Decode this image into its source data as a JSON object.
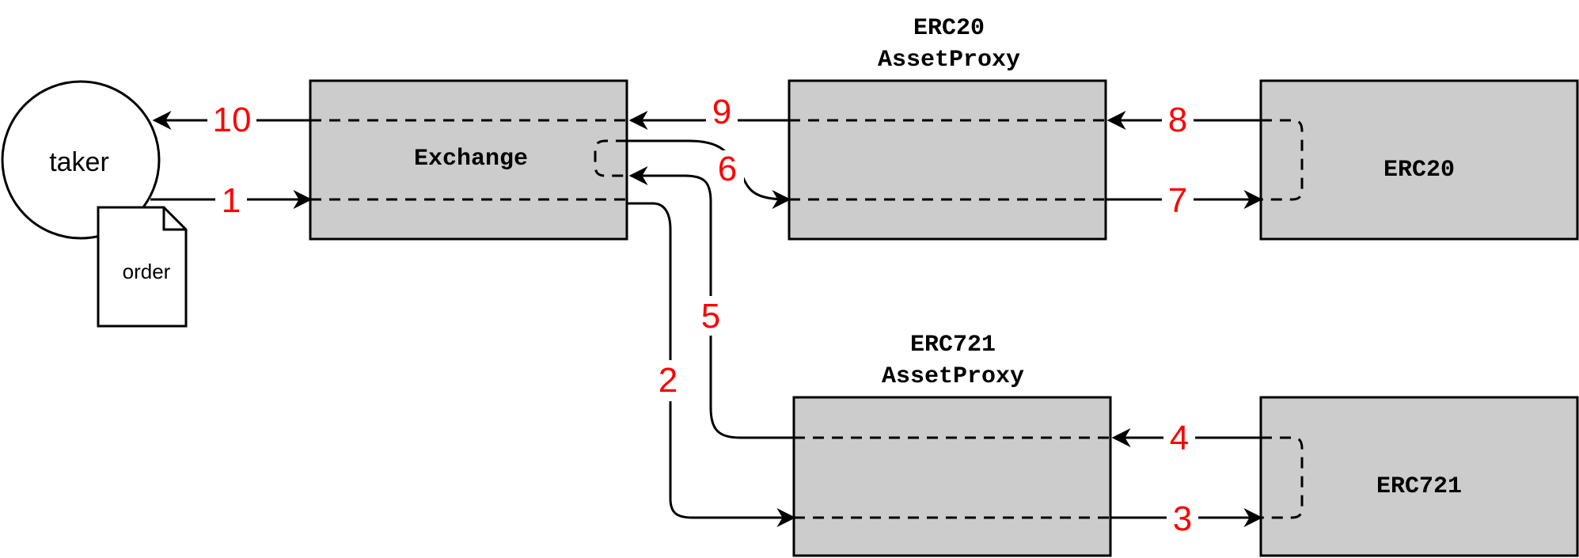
{
  "nodes": {
    "taker": "taker",
    "order": "order",
    "exchange": "Exchange",
    "erc20_proxy_title_line1": "ERC20",
    "erc20_proxy_title_line2": "AssetProxy",
    "erc721_proxy_title_line1": "ERC721",
    "erc721_proxy_title_line2": "AssetProxy",
    "erc20": "ERC20",
    "erc721": "ERC721"
  },
  "steps": [
    "1",
    "2",
    "3",
    "4",
    "5",
    "6",
    "7",
    "8",
    "9",
    "10"
  ],
  "colors": {
    "box_fill": "#cccccc",
    "stroke": "#000000",
    "step_label": "#ff0000"
  }
}
